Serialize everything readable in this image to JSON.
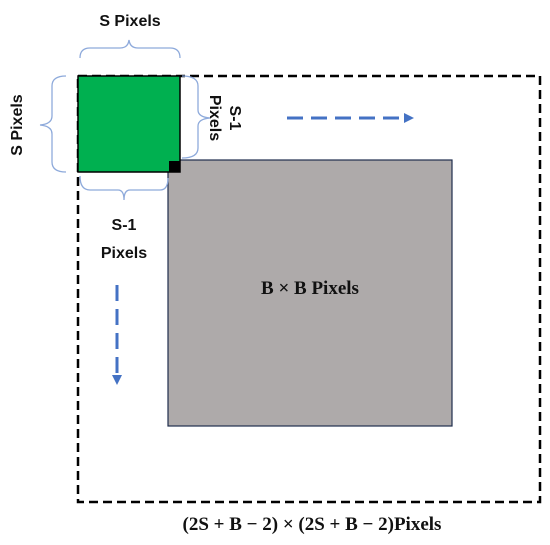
{
  "labels": {
    "top_s": "S Pixels",
    "left_s": "S Pixels",
    "right_s1_top": "S-1",
    "right_s1_bottom": "Pixels",
    "bottom_s1_top": "S-1",
    "bottom_s1_bottom": "Pixels",
    "center": "B × B Pixels",
    "footer": "(2S + B − 2) × (2S + B − 2)Pixels"
  },
  "colors": {
    "green_square": "#00b050",
    "gray_square": "#aeaaaa",
    "corner_pixel": "#000000",
    "arrow": "#4472c4",
    "brace": "#8eaadb",
    "dashed_border": "#000000"
  }
}
